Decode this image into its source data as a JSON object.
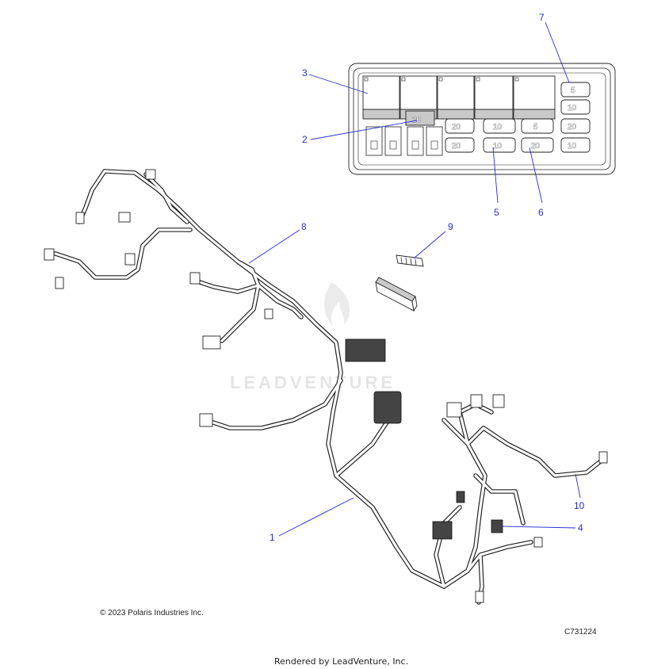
{
  "callouts": {
    "c1": "1",
    "c2": "2",
    "c3": "3",
    "c4": "4",
    "c5": "5",
    "c6": "6",
    "c7": "7",
    "c8": "8",
    "c9": "9",
    "c10": "10"
  },
  "fuse_box": {
    "top_fuse_5": "5",
    "top_fuse_10": "10",
    "big_fuse_20": "20",
    "row1": [
      "20",
      "10",
      "5",
      "20"
    ],
    "row2": [
      "20",
      "10",
      "20",
      "10"
    ]
  },
  "copyright": "© 2023 Polaris Industries Inc.",
  "diagram_code": "C731224",
  "watermark": "LEADVENTURE",
  "footer": "Rendered by LeadVenture, Inc.",
  "colors": {
    "callout": "#2a2ad8",
    "line": "#222222"
  }
}
